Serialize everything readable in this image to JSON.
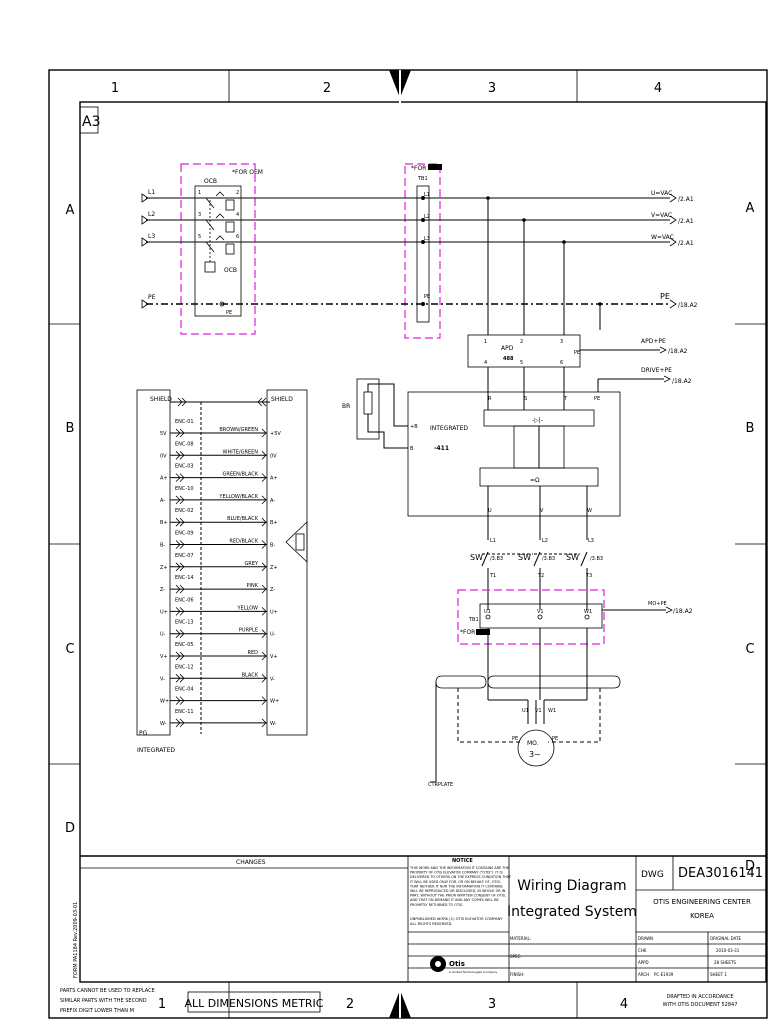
{
  "border": {
    "columns": [
      "1",
      "2",
      "3",
      "4"
    ],
    "rows": [
      "A",
      "B",
      "C",
      "D"
    ],
    "sheet_size": "A3"
  },
  "power": {
    "ocb_note": "*FOR OEM",
    "tb1_note": "*FOR",
    "tb1_label": "TB1",
    "ocb_label": "OCB",
    "ocb_tag": "OCB",
    "ocb_pins": [
      "1",
      "2",
      "3",
      "4",
      "5",
      "6"
    ],
    "tb_pins": [
      "L1",
      "L2",
      "L3"
    ],
    "inputs": [
      "L1",
      "L2",
      "L3"
    ],
    "pe": "PE",
    "outputs": [
      "U=VAC",
      "V=VAC",
      "W=VAC"
    ],
    "out_refs": [
      "/2.A1",
      "/2.A1",
      "/2.A1"
    ],
    "pe_out": "PE",
    "pe_ref": "/18.A2"
  },
  "apd": {
    "label": "APD",
    "sub": "488",
    "pins_top": [
      "1",
      "2",
      "3"
    ],
    "pins_bottom": [
      "4",
      "5",
      "6"
    ],
    "pe": "PE",
    "apd_pe": "APD+PE",
    "apd_pe_ref": "/18.A2",
    "drive_pe": "DRIVE+PE",
    "drive_pe_ref": "/18.A2"
  },
  "drive": {
    "br": "BR",
    "integrated": "INTEGRATED",
    "sub": "-411",
    "pins_top": [
      "R",
      "S",
      "T",
      "PE"
    ],
    "pins_left": [
      "+B",
      "B"
    ],
    "pins_bottom": [
      "U",
      "V",
      "W"
    ]
  },
  "switches": {
    "sw": [
      "SW",
      "SW",
      "SW"
    ],
    "refs": [
      "/3.B3",
      "/3.B3",
      "/3.B3"
    ],
    "upper": [
      "L1",
      "L2",
      "L3"
    ],
    "lower": [
      "T1",
      "T2",
      "T3"
    ]
  },
  "motor_tb": {
    "label": "TB1",
    "note": "*FOR",
    "pins": [
      "U1",
      "V1",
      "W1"
    ],
    "mo_pe": "MO+PE",
    "mo_pe_ref": "/18.A2"
  },
  "motor": {
    "label": "MO.",
    "sym": "3~",
    "pins": [
      "U1",
      "V1",
      "W1"
    ],
    "pe": "PE",
    "ctr_plate": "CTRPLATE"
  },
  "encoder": {
    "shield_left": "SHIELD",
    "shield_right": "SHIELD",
    "pg": "PG",
    "integrated": "INTEGRATED",
    "rows": [
      {
        "left": "5V",
        "tag": "ENC-01",
        "color": "BROWN/GREEN",
        "right": "+5V"
      },
      {
        "left": "0V",
        "tag": "ENC-08",
        "color": "WHITE/GREEN",
        "right": "0V"
      },
      {
        "left": "A+",
        "tag": "ENC-03",
        "color": "GREEN/BLACK",
        "right": "A+"
      },
      {
        "left": "A-",
        "tag": "ENC-10",
        "color": "YELLOW/BLACK",
        "right": "A-"
      },
      {
        "left": "B+",
        "tag": "ENC-02",
        "color": "BLUE/BLACK",
        "right": "B+"
      },
      {
        "left": "B-",
        "tag": "ENC-09",
        "color": "RED/BLACK",
        "right": "B-"
      },
      {
        "left": "Z+",
        "tag": "ENC-07",
        "color": "GREY",
        "right": "Z+"
      },
      {
        "left": "Z-",
        "tag": "ENC-14",
        "color": "PINK",
        "right": "Z-"
      },
      {
        "left": "U+",
        "tag": "ENC-06",
        "color": "YELLOW",
        "right": "U+"
      },
      {
        "left": "U-",
        "tag": "ENC-13",
        "color": "PURPLE",
        "right": "U-"
      },
      {
        "left": "V+",
        "tag": "ENC-05",
        "color": "RED",
        "right": "V+"
      },
      {
        "left": "V-",
        "tag": "ENC-12",
        "color": "BLACK",
        "right": "V-"
      },
      {
        "left": "W+",
        "tag": "ENC-04",
        "color": "",
        "right": "W+"
      },
      {
        "left": "W-",
        "tag": "ENC-11",
        "color": "",
        "right": "W-"
      }
    ]
  },
  "title_block": {
    "changes": "CHANGES",
    "notice_title": "NOTICE",
    "notice_lines": [
      "THIS WORK AND THE INFORMATION IT CONTAINS ARE THE",
      "PROPERTY OF OTIS ELEVATOR COMPANY (\"OTIS\"). IT IS",
      "DELIVERED TO OTHERS ON THE EXPRESS CONDITION THAT",
      "IT WILL BE USED ONLY FOR, OR ON BEHALF OF, OTIS;",
      "THAT NEITHER IT NOR THE INFORMATION IT CONTAINS",
      "WILL BE REPRODUCED OR DISCLOSED, IN WHOLE OR IN",
      "PART, WITHOUT THE PRIOR WRITTEN CONSENT OF OTIS;",
      "AND THAT ON DEMAND IT AND ANY COPIES WILL BE",
      "PROMPTLY RETURNED TO OTIS."
    ],
    "unpublished": [
      "UNPUBLISHED WORK (C) OTIS ELEVATOR COMPANY",
      "ALL RIGHTS RESERVED."
    ],
    "fields": [
      "MATERIAL:",
      "SPEC:",
      "FINISH:"
    ],
    "logo": "Otis",
    "logo_sub": "A United Technologies Company",
    "title_lines": [
      "Wiring Diagram",
      "Integrated System"
    ],
    "dwg_label": "DWG",
    "dwg_number": "DEA3016141",
    "company_lines": [
      "OTIS ENGINEERING CENTER",
      "KOREA"
    ],
    "meta_labels": [
      "DRAWN",
      "CHK",
      "APPD",
      "ARCH"
    ],
    "arch_value": "PC-E1939",
    "original_date_label": "ORIGINAL DATE",
    "original_date": "2010-03-31",
    "sheets": "28  SHEETS",
    "sheet": "SHEET  1",
    "form_id": "FORM PA1184  Rev.2009-03-01"
  },
  "footer": {
    "parts_lines": [
      "PARTS CANNOT BE USED TO REPLACE",
      "SIMILAR PARTS WITH THE SECOND",
      "PREFIX DIGIT LOWER THAN M"
    ],
    "metric": "ALL DIMENSIONS METRIC",
    "drafted_lines": [
      "DRAFTED IN ACCORDANCE",
      "WITH OTIS DOCUMENT 52847"
    ]
  }
}
